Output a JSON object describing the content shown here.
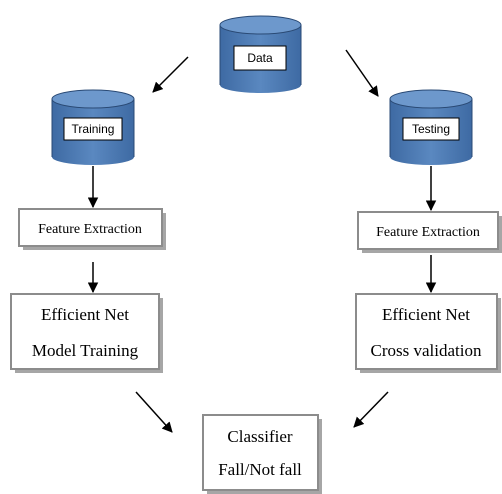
{
  "nodes": {
    "data": "Data",
    "training": "Training",
    "testing": "Testing",
    "feature_left": "Feature Extraction",
    "feature_right": "Feature Extraction",
    "efficient_left": [
      "Efficient Net",
      "Model Training"
    ],
    "efficient_right": [
      "Efficient Net",
      "Cross validation"
    ],
    "classifier": [
      "Classifier",
      "Fall/Not fall"
    ]
  },
  "colors": {
    "cylinder_body": "#4a78b0",
    "cylinder_top": "#5d8cc4",
    "cylinder_outline": "#2a4a75",
    "box_border": "#808080",
    "box_shadow": "#a6a6a6",
    "arrow": "#000000"
  }
}
